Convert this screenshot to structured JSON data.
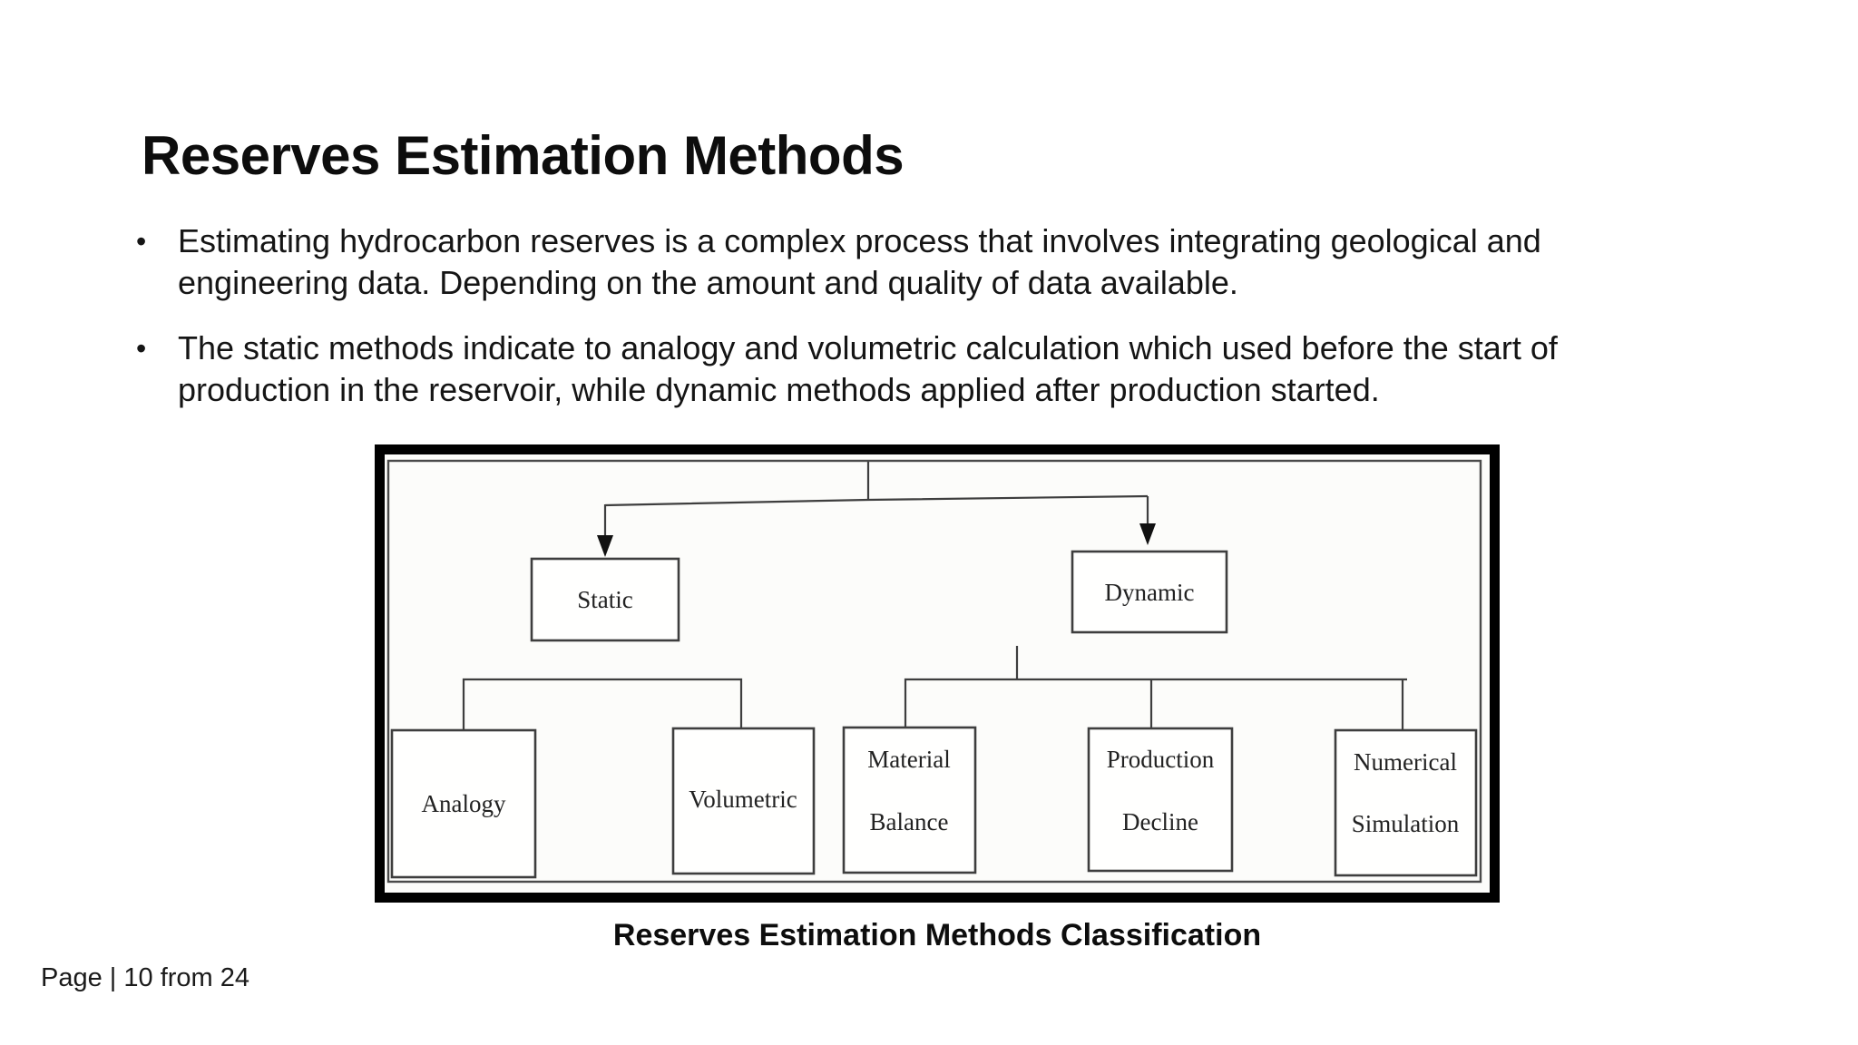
{
  "slide": {
    "title": "Reserves Estimation Methods",
    "bullet_glyph": "•",
    "bullets": [
      {
        "lines": [
          "Estimating hydrocarbon reserves is a complex process that involves integrating geological and",
          "engineering data. Depending on the amount and quality of data available."
        ]
      },
      {
        "lines": [
          "The static methods indicate to analogy and volumetric calculation which used before the start of",
          "production in the reservoir, while dynamic methods applied after production started."
        ]
      }
    ],
    "figure": {
      "caption": "Reserves Estimation Methods Classification",
      "nodes": {
        "static": "Static",
        "dynamic": "Dynamic",
        "analogy": "Analogy",
        "volumetric": "Volumetric",
        "material_balance_line1": "Material",
        "material_balance_line2": "Balance",
        "production_decline_line1": "Production",
        "production_decline_line2": "Decline",
        "numerical_simulation_line1": "Numerical",
        "numerical_simulation_line2": "Simulation"
      },
      "hierarchy": {
        "root_children": [
          "Static",
          "Dynamic"
        ],
        "static_children": [
          "Analogy",
          "Volumetric"
        ],
        "dynamic_children": [
          "Material Balance",
          "Production Decline",
          "Numerical Simulation"
        ]
      }
    },
    "footer": "Page | 10 from 24",
    "colors": {
      "text": "#111111",
      "line": "#3e3e3e",
      "frame": "#000000",
      "figure_background": "#fcfcfa"
    }
  }
}
